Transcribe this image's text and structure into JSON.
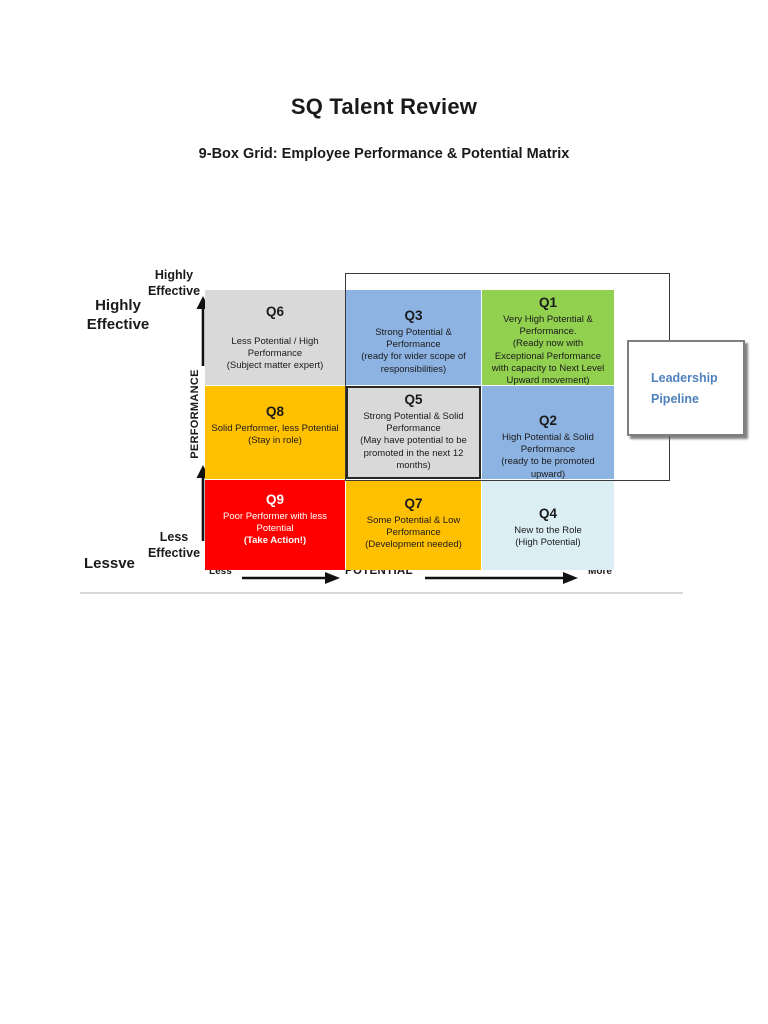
{
  "page": {
    "title": "SQ Talent Review",
    "subtitle": "9-Box Grid: Employee Performance & Potential Matrix"
  },
  "axes": {
    "performance_label": "PERFORMANCE",
    "potential_label": "POTENTIAL",
    "outer_top": "Highly Effective",
    "inner_top": "Highly Effective",
    "inner_bottom": "Less Effective",
    "outer_bottom": "Lessve",
    "potential_less": "Less",
    "potential_more": "More"
  },
  "cells": {
    "q6": {
      "title": "Q6",
      "line1": "Less Potential / High Performance",
      "line2": "(Subject matter expert)"
    },
    "q3": {
      "title": "Q3",
      "line1": "Strong Potential & Performance",
      "line2": "(ready for wider scope of responsibilities)"
    },
    "q1": {
      "title": "Q1",
      "line1": "Very High Potential & Performance.",
      "line2": "(Ready now with Exceptional Performance  with capacity to Next Level  Upward movement)"
    },
    "q8": {
      "title": "Q8",
      "line1": "Solid Performer, less Potential",
      "line2": "(Stay in role)"
    },
    "q5": {
      "title": "Q5",
      "line1": "Strong Potential & Solid Performance",
      "line2": "(May have potential to be promoted in the next 12 months)"
    },
    "q2": {
      "title": "Q2",
      "line1": "High Potential & Solid Performance",
      "line2": "(ready to be promoted upward)"
    },
    "q9": {
      "title": "Q9",
      "line1": "Poor Performer with less Potential",
      "line2": "(Take Action!)"
    },
    "q7": {
      "title": "Q7",
      "line1": "Some Potential & Low Performance",
      "line2": "(Development needed)"
    },
    "q4": {
      "title": "Q4",
      "line1": "New to the Role",
      "line2": "(High Potential)"
    }
  },
  "callout": {
    "line1": "Leadership",
    "line2": "Pipeline"
  },
  "colors": {
    "cellGray": "#d9d9d9",
    "cellBlue": "#8db3e2",
    "cellGreen": "#92d050",
    "cellGold": "#ffc000",
    "cellRed": "#fe0000",
    "cellPaleBlue": "#daeef3",
    "calloutBlue": "#4f81bd"
  }
}
